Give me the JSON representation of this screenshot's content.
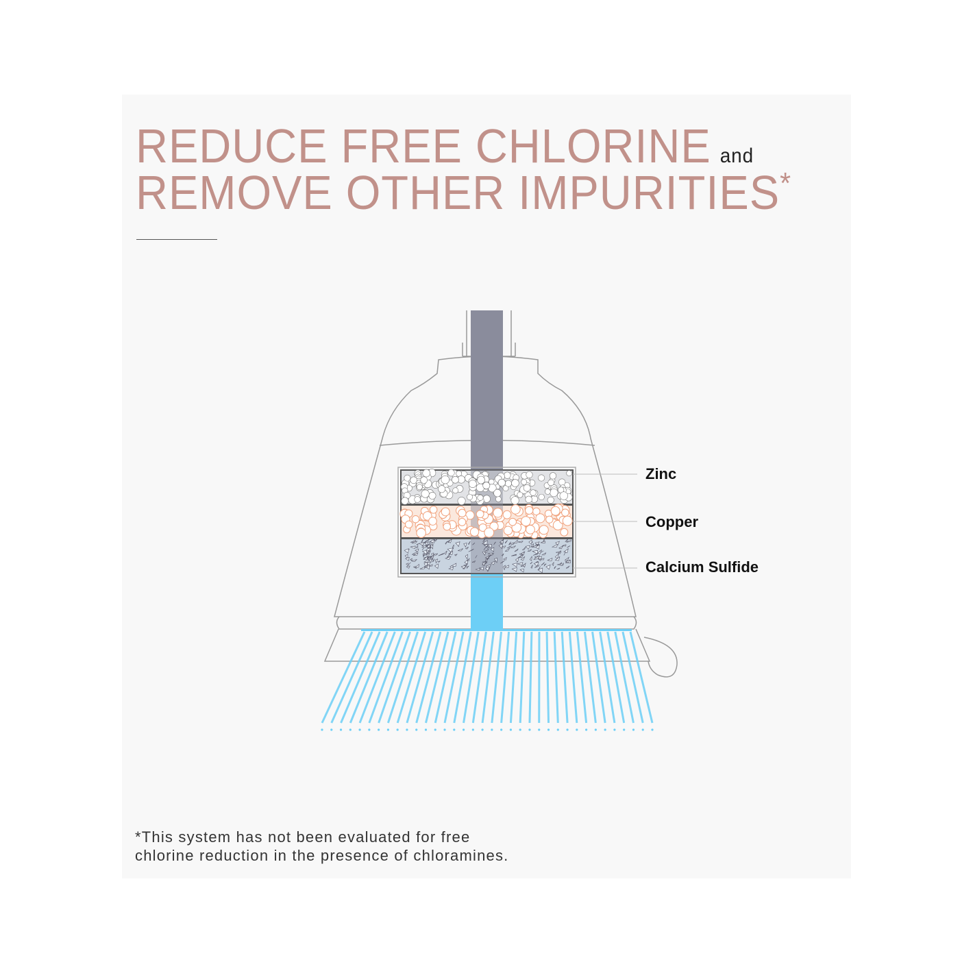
{
  "heading": {
    "line1": "REDUCE FREE CHLORINE",
    "connector": "and",
    "line2": "REMOVE OTHER IMPURITIES",
    "asterisk": "*"
  },
  "layers": [
    {
      "label": "Zinc"
    },
    {
      "label": "Copper"
    },
    {
      "label": "Calcium Sulfide"
    }
  ],
  "footnote": {
    "line1": "*This system has not been evaluated for free",
    "line2": "chlorine reduction in the presence of chloramines."
  },
  "colors": {
    "title": "#c1918a",
    "tube": "#8a8c9c",
    "water": "#6dcff6",
    "copper": "#f0a07a",
    "calcium": "#8fa6bf"
  }
}
